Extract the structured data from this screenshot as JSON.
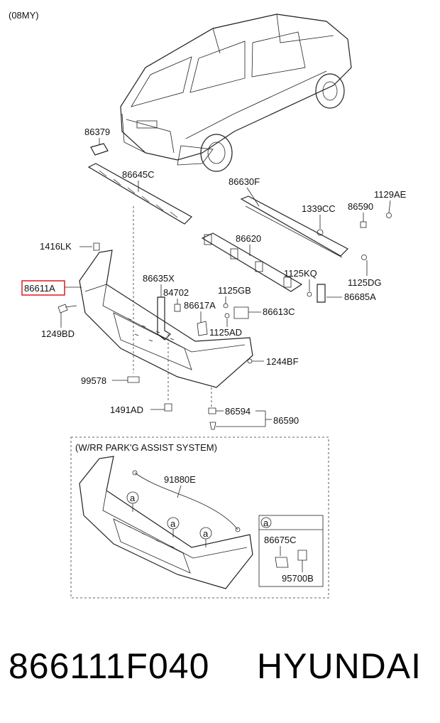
{
  "model_year": "(08MY)",
  "labels": {
    "p86379": "86379",
    "p86645C": "86645C",
    "p86630F": "86630F",
    "p1339CC": "1339CC",
    "p86590a": "86590",
    "p1129AE": "1129AE",
    "p86620": "86620",
    "p1125DG": "1125DG",
    "p1416LK": "1416LK",
    "p86611A": "86611A",
    "p86635X": "86635X",
    "p84702": "84702",
    "p1125GB": "1125GB",
    "p1125KQ": "1125KQ",
    "p86685A": "86685A",
    "p86617A": "86617A",
    "p86613C": "86613C",
    "p1249BD": "1249BD",
    "p1125AD": "1125AD",
    "p1244BF": "1244BF",
    "p99578": "99578",
    "p1491AD": "1491AD",
    "p86594": "86594",
    "p86590b": "86590",
    "detail_title": "(W/RR PARK'G ASSIST SYSTEM)",
    "p91880E": "91880E",
    "p86675C": "86675C",
    "p95700B": "95700B",
    "callout_a": "a"
  },
  "highlight_color": "#e0191b",
  "footer": {
    "part_number": "866111F040",
    "brand": "HYUNDAI"
  }
}
